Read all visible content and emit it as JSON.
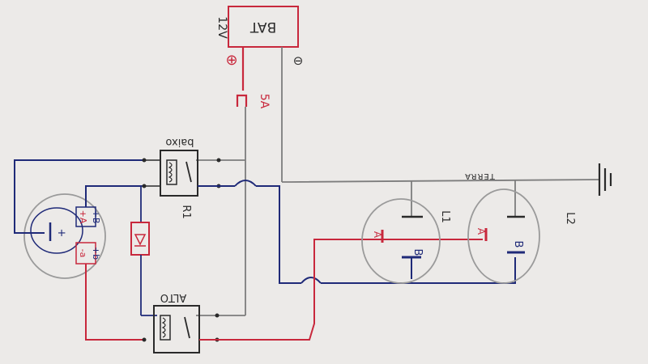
{
  "battery": {
    "label": "BAT",
    "voltage": "12V",
    "plus_symbol": "⊕",
    "minus_symbol": "⊖"
  },
  "fuse": {
    "label": "5A"
  },
  "relays": {
    "low": {
      "label": "baixo",
      "name": "R1"
    },
    "high": {
      "label": "ALTO"
    }
  },
  "switch": {
    "terminals": [
      "+A",
      "+B",
      "-a",
      "+b"
    ],
    "common": "+"
  },
  "ground": {
    "label": "TERRA"
  },
  "lamps": {
    "l1": {
      "name": "L1",
      "a": "A",
      "b": "B"
    },
    "l2": {
      "name": "L2",
      "a": "A",
      "b": "B"
    }
  },
  "colors": {
    "paper": "#eceae8",
    "red": "#c8283c",
    "blue": "#1f2a78",
    "gray": "#7d7d7d",
    "dark": "#2a2a2a"
  }
}
